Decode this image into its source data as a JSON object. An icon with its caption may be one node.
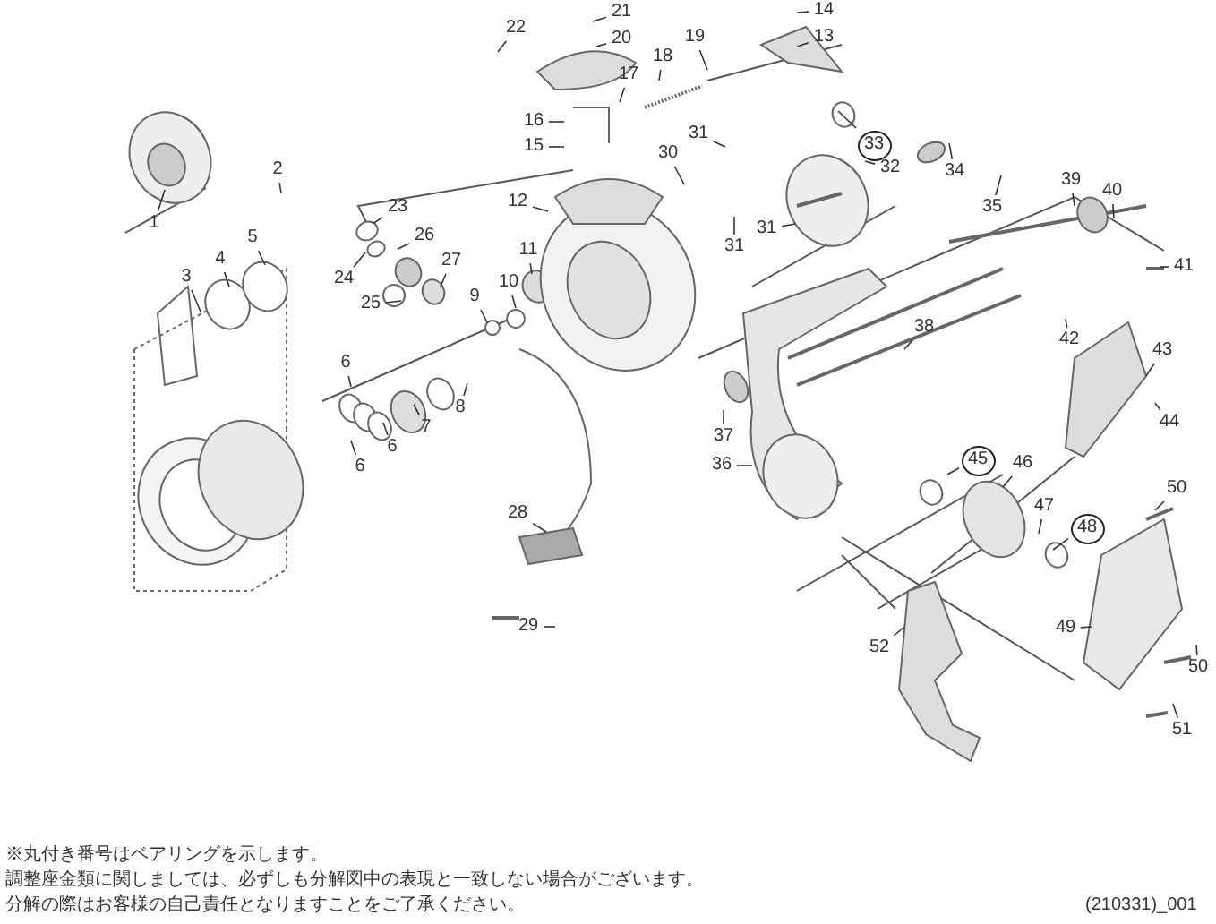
{
  "diagram": {
    "nodes": [
      {
        "text": [
          "1"
        ]
      },
      {
        "text": [
          "2"
        ]
      },
      {
        "text": [
          "3"
        ]
      },
      {
        "text": [
          "4"
        ]
      },
      {
        "text": [
          "5"
        ]
      },
      {
        "text": [
          "6"
        ]
      },
      {
        "text": [
          "6"
        ]
      },
      {
        "text": [
          "6"
        ]
      },
      {
        "text": [
          "7"
        ]
      },
      {
        "text": [
          "8"
        ]
      },
      {
        "text": [
          "9"
        ]
      },
      {
        "text": [
          "10"
        ]
      },
      {
        "text": [
          "11"
        ]
      },
      {
        "text": [
          "12"
        ]
      },
      {
        "text": [
          "13"
        ]
      },
      {
        "text": [
          "14"
        ]
      },
      {
        "text": [
          "15"
        ]
      },
      {
        "text": [
          "16"
        ]
      },
      {
        "text": [
          "17"
        ]
      },
      {
        "text": [
          "18"
        ]
      },
      {
        "text": [
          "19"
        ]
      },
      {
        "text": [
          "20"
        ]
      },
      {
        "text": [
          "21"
        ]
      },
      {
        "text": [
          "22"
        ]
      },
      {
        "text": [
          "23"
        ]
      },
      {
        "text": [
          "24"
        ]
      },
      {
        "text": [
          "25"
        ]
      },
      {
        "text": [
          "26"
        ]
      },
      {
        "text": [
          "27"
        ]
      },
      {
        "text": [
          "28"
        ]
      },
      {
        "text": [
          "29"
        ]
      },
      {
        "text": [
          "30"
        ]
      },
      {
        "text": [
          "31"
        ]
      },
      {
        "text": [
          "31"
        ]
      },
      {
        "text": [
          "31"
        ]
      },
      {
        "text": [
          "32"
        ]
      },
      {
        "text": [
          "33"
        ]
      },
      {
        "text": [
          "34"
        ]
      },
      {
        "text": [
          "35"
        ]
      },
      {
        "text": [
          "36"
        ]
      },
      {
        "text": [
          "37"
        ]
      },
      {
        "text": [
          "38"
        ]
      },
      {
        "text": [
          "39"
        ]
      },
      {
        "text": [
          "40"
        ]
      },
      {
        "text": [
          "41"
        ]
      },
      {
        "text": [
          "42"
        ]
      },
      {
        "text": [
          "43"
        ]
      },
      {
        "text": [
          "44"
        ]
      },
      {
        "text": [
          "45"
        ]
      },
      {
        "text": [
          "46"
        ]
      },
      {
        "text": [
          "47"
        ]
      },
      {
        "text": [
          "48"
        ]
      },
      {
        "text": [
          "49"
        ]
      },
      {
        "text": [
          "50"
        ]
      },
      {
        "text": [
          "50"
        ]
      },
      {
        "text": [
          "51"
        ]
      },
      {
        "text": [
          "52"
        ]
      }
    ],
    "edges": [
      {
        "from": 0,
        "to": null,
        "arrow": "none"
      },
      {
        "from": 1,
        "to": null,
        "arrow": "none"
      },
      {
        "from": 2,
        "to": null,
        "arrow": "none"
      },
      {
        "from": 3,
        "to": null,
        "arrow": "none"
      },
      {
        "from": 4,
        "to": null,
        "arrow": "none"
      },
      {
        "from": 5,
        "to": null,
        "arrow": "none"
      },
      {
        "from": 6,
        "to": null,
        "arrow": "none"
      },
      {
        "from": 7,
        "to": null,
        "arrow": "none"
      },
      {
        "from": 8,
        "to": null,
        "arrow": "none"
      },
      {
        "from": 9,
        "to": null,
        "arrow": "none"
      },
      {
        "from": 10,
        "to": null,
        "arrow": "none"
      },
      {
        "from": 11,
        "to": null,
        "arrow": "none"
      },
      {
        "from": 12,
        "to": null,
        "arrow": "none"
      },
      {
        "from": 13,
        "to": null,
        "arrow": "none"
      },
      {
        "from": 14,
        "to": null,
        "arrow": "none"
      },
      {
        "from": 15,
        "to": null,
        "arrow": "none"
      },
      {
        "from": 16,
        "to": null,
        "arrow": "none"
      },
      {
        "from": 17,
        "to": null,
        "arrow": "none"
      },
      {
        "from": 18,
        "to": null,
        "arrow": "none"
      },
      {
        "from": 19,
        "to": null,
        "arrow": "none"
      },
      {
        "from": 20,
        "to": null,
        "arrow": "none"
      },
      {
        "from": 21,
        "to": null,
        "arrow": "none"
      },
      {
        "from": 22,
        "to": null,
        "arrow": "none"
      },
      {
        "from": 23,
        "to": null,
        "arrow": "none"
      },
      {
        "from": 24,
        "to": null,
        "arrow": "none"
      },
      {
        "from": 25,
        "to": null,
        "arrow": "none"
      },
      {
        "from": 26,
        "to": null,
        "arrow": "none"
      },
      {
        "from": 27,
        "to": null,
        "arrow": "none"
      },
      {
        "from": 28,
        "to": null,
        "arrow": "none"
      },
      {
        "from": 29,
        "to": null,
        "arrow": "none"
      },
      {
        "from": 30,
        "to": null,
        "arrow": "none"
      },
      {
        "from": 31,
        "to": null,
        "arrow": "none"
      },
      {
        "from": 32,
        "to": null,
        "arrow": "none"
      },
      {
        "from": 33,
        "to": null,
        "arrow": "none"
      },
      {
        "from": 34,
        "to": null,
        "arrow": "none"
      },
      {
        "from": 35,
        "to": null,
        "arrow": "none"
      },
      {
        "from": 36,
        "to": null,
        "arrow": "none"
      },
      {
        "from": 37,
        "to": null,
        "arrow": "none"
      },
      {
        "from": 38,
        "to": null,
        "arrow": "none"
      },
      {
        "from": 39,
        "to": null,
        "arrow": "none"
      },
      {
        "from": 40,
        "to": null,
        "arrow": "none"
      },
      {
        "from": 41,
        "to": null,
        "arrow": "none"
      },
      {
        "from": 42,
        "to": null,
        "arrow": "none"
      },
      {
        "from": 43,
        "to": null,
        "arrow": "none"
      },
      {
        "from": 44,
        "to": null,
        "arrow": "none"
      },
      {
        "from": 45,
        "to": null,
        "arrow": "none"
      },
      {
        "from": 46,
        "to": null,
        "arrow": "none"
      },
      {
        "from": 47,
        "to": null,
        "arrow": "none"
      },
      {
        "from": 48,
        "to": null,
        "arrow": "none"
      },
      {
        "from": 49,
        "to": null,
        "arrow": "none"
      },
      {
        "from": 50,
        "to": null,
        "arrow": "none"
      },
      {
        "from": 51,
        "to": null,
        "arrow": "none"
      },
      {
        "from": 52,
        "to": null,
        "arrow": "none"
      },
      {
        "from": 53,
        "to": null,
        "arrow": "none"
      },
      {
        "from": 54,
        "to": null,
        "arrow": "none"
      },
      {
        "from": 55,
        "to": null,
        "arrow": "none"
      },
      {
        "from": 56,
        "to": null,
        "arrow": "none"
      }
    ],
    "labels": [
      "※丸付き番号はベアリングを示します。",
      "調整座金類に関しましては、必ずしも分解図中の表現と一致しない場合がございます。",
      "分解の際はお客様の自己責任となりますことをご了承ください。",
      "(210331)_001"
    ]
  }
}
